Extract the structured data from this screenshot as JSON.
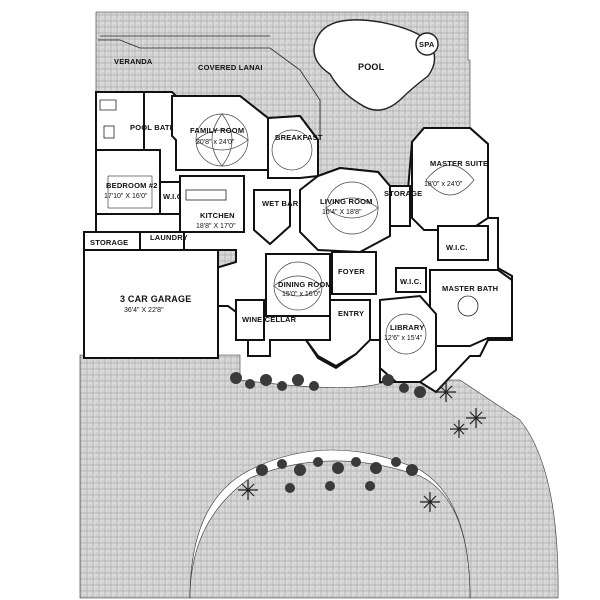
{
  "plan": {
    "rooms": {
      "veranda": "VERANDA",
      "covered_lanai": "COVERED LANAI",
      "pool": "POOL",
      "spa": "SPA",
      "pool_bath": "POOL BATH",
      "family_room": {
        "name": "FAMILY ROOM",
        "size": "20'8\" x 24'0\""
      },
      "breakfast": "BREAKFAST",
      "master_suite": {
        "name": "MASTER SUITE",
        "size": "18'0\" x 24'0\""
      },
      "bedroom2": {
        "name": "BEDROOM #2",
        "size": "17'10\" X 16'0\""
      },
      "wic_bed2": "W.I.C.",
      "kitchen": {
        "name": "KITCHEN",
        "size": "18'8\" X 17'0\""
      },
      "wet_bar": "WET BAR",
      "living_room": {
        "name": "LIVING ROOM",
        "size": "16'4\" X 18'8\""
      },
      "storage_master": "STORAGE",
      "storage_garage": "STORAGE",
      "laundry": "LAUNDRY",
      "wic_master": "W.I.C.",
      "wic_library": "W.I.C.",
      "foyer": "FOYER",
      "dining_room": {
        "name": "DINING ROOM",
        "size": "15'0\" x 16'0\""
      },
      "garage": {
        "name": "3 CAR GARAGE",
        "size": "36'4\" X 22'8\""
      },
      "wine_cellar": "WINE CELLAR",
      "entry": "ENTRY",
      "library": {
        "name": "LIBRARY",
        "size": "12'6\" x 15'4\""
      },
      "master_bath": "MASTER BATH"
    }
  }
}
